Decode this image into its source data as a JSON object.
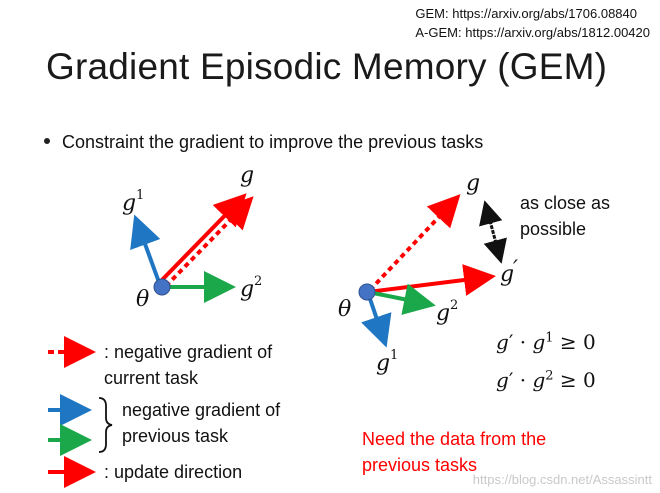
{
  "references": {
    "gem": "GEM: https://arxiv.org/abs/1706.08840",
    "agem": "A-GEM: https://arxiv.org/abs/1812.00420"
  },
  "title": "Gradient Episodic Memory (GEM)",
  "bullet": "Constraint the gradient to improve the previous tasks",
  "left_diagram": {
    "g": "g",
    "g1": "g",
    "g1_sup": "1",
    "g2": "g",
    "g2_sup": "2",
    "theta": "θ"
  },
  "right_diagram": {
    "g": "g",
    "g_prime": "g",
    "g_prime_mark": "′",
    "g1": "g",
    "g1_sup": "1",
    "g2": "g",
    "g2_sup": "2",
    "theta": "θ",
    "note_line1": "as close as",
    "note_line2": "possible"
  },
  "equations": {
    "eq1_lhs": "g",
    "eq1_prime": "′",
    "eq1_dot": " · ",
    "eq1_g": "g",
    "eq1_sup": "1",
    "eq1_rhs": " ≥ 0",
    "eq2_lhs": "g",
    "eq2_prime": "′",
    "eq2_dot": " · ",
    "eq2_g": "g",
    "eq2_sup": "2",
    "eq2_rhs": " ≥ 0"
  },
  "legend": {
    "dashed_line1": ": negative gradient of",
    "dashed_line2": "current task",
    "blue_green_line1": "negative gradient of",
    "blue_green_line2": "previous task",
    "red": ": update direction"
  },
  "need_data": {
    "line1": "Need the data from the",
    "line2": "previous tasks"
  },
  "watermark": "https://blog.csdn.net/Assassintt",
  "colors": {
    "red": "#ff0000",
    "blue": "#1f77c4",
    "green": "#1aa84a",
    "node": "#4472c4",
    "black": "#111111"
  }
}
